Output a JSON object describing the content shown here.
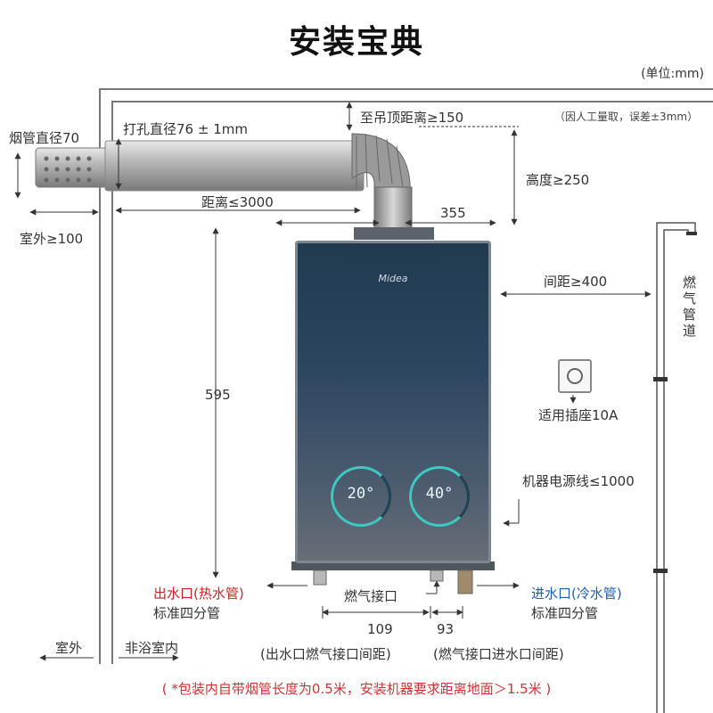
{
  "title": "安装宝典",
  "unit": "(单位:mm)",
  "note": "（因人工量取，误差±3mm）",
  "labels": {
    "pipe_diameter": "烟管直径70",
    "hole_diameter": "打孔直径76 ± 1mm",
    "ceiling_distance": "至吊顶距离≥150",
    "height": "高度≥250",
    "distance_3000": "距离≤3000",
    "d355": "355",
    "outdoor_100": "室外≥100",
    "spacing_400": "间距≥400",
    "gas_pipe": "燃气管道",
    "d595": "595",
    "socket": "适用插座10A",
    "power_cord": "机器电源线≤1000",
    "hot_outlet": "出水口(热水管)",
    "hot_outlet_sub": "标准四分管",
    "gas_inlet": "燃气接口",
    "cold_inlet": "进水口(冷水管)",
    "cold_inlet_sub": "标准四分管",
    "d109": "109",
    "d93": "93",
    "spacing_left": "(出水口燃气接口间距)",
    "spacing_right": "(燃气接口进水口间距)",
    "outdoor": "室外",
    "indoor": "非浴室内"
  },
  "heater": {
    "brand": "Midea",
    "temp_left": "20°",
    "temp_right": "40°"
  },
  "footnote": "( *包装内自带烟管长度为0.5米，安装机器要求距离地面＞1.5米 )"
}
